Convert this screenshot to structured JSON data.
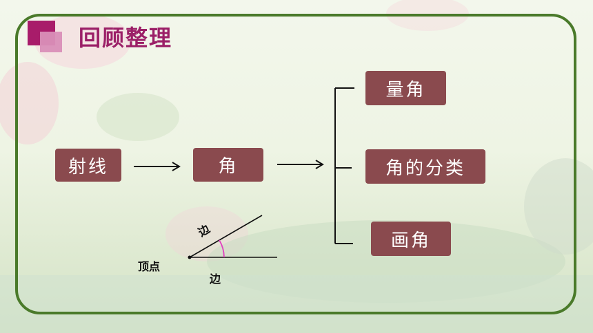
{
  "title": "回顾整理",
  "boxes": {
    "ray": "射线",
    "angle": "角",
    "measure": "量角",
    "classify": "角的分类",
    "draw": "画角"
  },
  "angle_figure": {
    "side_upper": "边",
    "side_lower": "边",
    "vertex": "顶点"
  },
  "colors": {
    "box_bg": "#8a4a4e",
    "title": "#9b1f67",
    "frame": "#4a7a2a",
    "arc": "#e040c0"
  }
}
